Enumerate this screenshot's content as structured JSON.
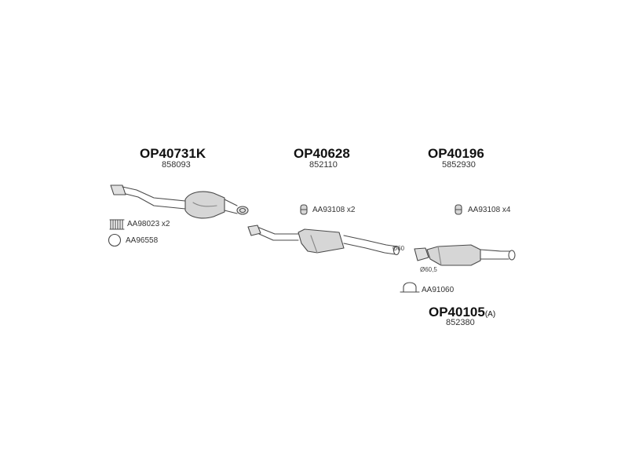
{
  "colors": {
    "outline": "#4a4a4a",
    "fill": "#d6d6d6",
    "text": "#222222"
  },
  "parts": {
    "front": {
      "code": "OP40731K",
      "oe": "858093"
    },
    "middle": {
      "code": "OP40628",
      "oe": "852110"
    },
    "rear": {
      "code": "OP40196",
      "oe": "5852930"
    },
    "rear_silencer": {
      "code": "OP40105",
      "suffix": "(A)",
      "oe": "852380"
    }
  },
  "accessories": {
    "spring": {
      "text": "AA98023 x2",
      "icon": "spring-bolt-icon"
    },
    "ring": {
      "text": "AA96558",
      "icon": "ring-gasket-icon"
    },
    "hanger_mid": {
      "text": "AA93108 x2",
      "icon": "rubber-hanger-icon"
    },
    "hanger_rear": {
      "text": "AA93108 x4",
      "icon": "rubber-hanger-icon"
    },
    "clamp": {
      "text": "AA91060",
      "icon": "u-clamp-icon"
    }
  },
  "dimensions": {
    "mid_pipe": "Ø60",
    "rear_inlet": "Ø60,5"
  }
}
